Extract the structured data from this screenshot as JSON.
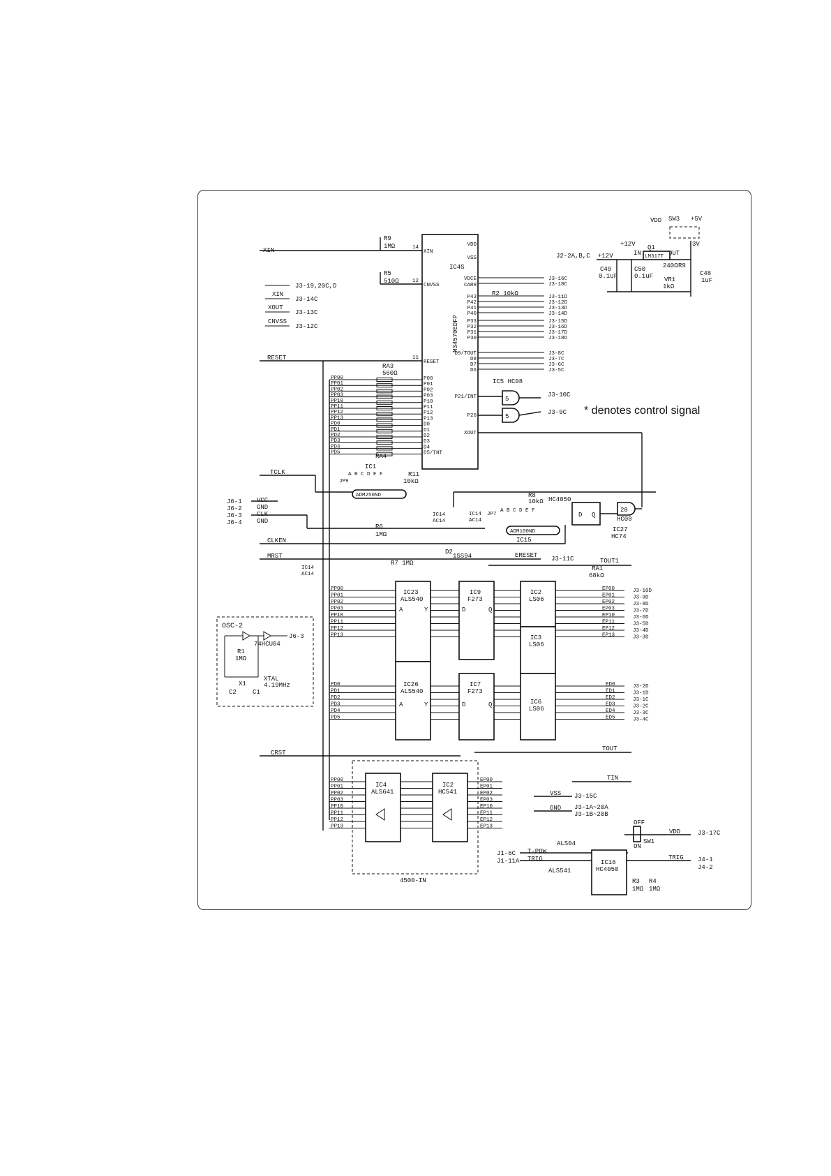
{
  "note": "* denotes control signal",
  "ics": {
    "ic4s": {
      "ref": "IC4S",
      "part": "M34570EDFP",
      "pins": [
        "XIN",
        "CNVSS",
        "RESET",
        "VDD",
        "VSS",
        "VDCE",
        "CARR",
        "P43",
        "P42",
        "P41",
        "P40",
        "P33",
        "P32",
        "P31",
        "P30",
        "D9/TOUT",
        "D8",
        "D7",
        "D6",
        "P00",
        "P01",
        "P02",
        "P03",
        "P10",
        "P11",
        "P12",
        "P13",
        "D0",
        "D1",
        "D2",
        "D3",
        "D4",
        "D5/INT",
        "P21/INT",
        "P20",
        "XOUT"
      ]
    },
    "ic5": "IC5 HC08",
    "ic1": {
      "ref": "IC1",
      "part": "ADM250ND",
      "jp": "JP9"
    },
    "ic15": {
      "ref": "IC15",
      "part": "ADM100ND",
      "jp": "JP7"
    },
    "ic14a": {
      "ref": "IC14",
      "part": "AC14"
    },
    "ic14b": {
      "ref": "IC14",
      "part": "AC14"
    },
    "ic14c": {
      "ref": "IC14",
      "part": "AC14"
    },
    "hc4050a": "HC4050",
    "ic27": {
      "ref": "IC27",
      "part": "HC74"
    },
    "hc08b": "HC08",
    "ic23": {
      "ref": "IC23",
      "part": "ALS540"
    },
    "ic26": {
      "ref": "IC26",
      "part": "ALS540"
    },
    "ic9": {
      "ref": "IC9",
      "part": "F273"
    },
    "ic7": {
      "ref": "IC7",
      "part": "F273"
    },
    "ic2a": {
      "ref": "IC2",
      "part": "LS06"
    },
    "ic3": {
      "ref": "IC3",
      "part": "LS06"
    },
    "ic6": {
      "ref": "IC6",
      "part": "LS06"
    },
    "ic4b": {
      "ref": "IC4",
      "part": "ALS641"
    },
    "ic2b": {
      "ref": "IC2",
      "part": "HC541"
    },
    "ic16": {
      "ref": "IC16",
      "part": "HC4050"
    },
    "q1": {
      "ref": "Q1",
      "part": "LM317T"
    },
    "alsa": "ALS04",
    "alsb": "ALS541"
  },
  "components": {
    "r9top": "R9",
    "r9top_v": "1MΩ",
    "r5": "R5",
    "r5_v": "510Ω",
    "r2": "R2 10kΩ",
    "ra3": "RA3",
    "ra3_v": "560Ω",
    "ra4": "RA4",
    "r11": "R11",
    "r11_v": "10kΩ",
    "r6": "R6",
    "r6_v": "1MΩ",
    "r8": "R8",
    "r8_v": "10kΩ",
    "r7": "R7 1MΩ",
    "d2": "D2",
    "d2_v": "1SS94",
    "ra1": "RA1",
    "ra1_v": "68kΩ",
    "c49": "C49",
    "c49_v": "0.1uF",
    "c50": "C50",
    "c50_v": "0.1uF",
    "r9pwr": "R9",
    "r9pwr_v": "240Ω",
    "vr1": "VR1",
    "vr1_v": "1kΩ",
    "c48": "C48",
    "c48_v": "1uF",
    "sw3": "SW3",
    "sw1": "SW1",
    "r3": "R3",
    "r3_v": "1MΩ",
    "r4": "R4",
    "r4_v": "1MΩ",
    "osc_title": "OSC-2",
    "osc_inv": "74HCU04",
    "osc_r1": "R1",
    "osc_r1_v": "1MΩ",
    "osc_x1": "X1",
    "osc_c1": "C1",
    "osc_c2": "C2",
    "xtal": "XTAL",
    "xtal_v": "4.19MHz",
    "b4500": "4500-IN"
  },
  "signals": {
    "xin": "XIN",
    "reset": "RESET",
    "tclk": "TCLK",
    "clken": "CLKEN",
    "mrst": "MRST",
    "ereset": "ERESET",
    "tout1": "TOUT1",
    "crst": "CRST",
    "tout": "TOUT",
    "tin": "TIN",
    "vss": "VSS",
    "gnd": "GND",
    "vdd": "VDD",
    "tpow": "T-POW",
    "trig": "TRIG",
    "vcc": "VCC",
    "clk": "CLK",
    "v12": "+12V",
    "v5": "+5V",
    "v3": "3V",
    "in": "IN",
    "out": "OUT",
    "off": "OFF",
    "on": "ON"
  },
  "connectors": {
    "j3_19": "J3-19,20C,D",
    "j3_14c": "J3-14C",
    "j3_13c": "J3-13C",
    "j3_12c": "J3-12C",
    "j3_16c": "J3-16C",
    "j3_18c": "J3-18C",
    "j3_11d": "J3-11D",
    "j3_12d": "J3-12D",
    "j3_13d": "J3-13D",
    "j3_14d": "J3-14D",
    "j3_15d": "J3-15D",
    "j3_16d": "J3-16D",
    "j3_17d": "J3-17D",
    "j3_18d": "J3-18D",
    "j3_8c": "J3-8C",
    "j3_7c": "J3-7C",
    "j3_6c": "J3-6C",
    "j3_5c": "J3-5C",
    "j3_10c": "J3-10C",
    "j3_9c": "J3-9C",
    "j3_11c": "J3-11C",
    "j6_1": "J6-1",
    "j6_2": "J6-2",
    "j6_3": "J6-3",
    "j6_4": "J6-4",
    "j6_3b": "J6-3",
    "j2": "J2-2A,B,C",
    "j3_10d": "J3-10D",
    "j3_9d": "J3-9D",
    "j3_8d": "J3-8D",
    "j3_7d": "J3-7D",
    "j3_6d": "J3-6D",
    "j3_5d": "J3-5D",
    "j3_4d": "J3-4D",
    "j3_3d": "J3-3D",
    "j3_2d": "J3-2D",
    "j3_1d": "J3-1D",
    "j3_1c": "J3-1C",
    "j3_2c": "J3-2C",
    "j3_3c": "J3-3C",
    "j3_4c": "J3-4C",
    "j3_15c": "J3-15C",
    "j3_1a": "J3-1A~20A",
    "j3_1b": "J3-1B~20B",
    "j3_17c": "J3-17C",
    "j1_6c": "J1-6C",
    "j1_11a": "J1-11A",
    "j4_1": "J4-1",
    "j4_2": "J4-2"
  },
  "nets": {
    "pp": [
      "PP00",
      "PP01",
      "PP02",
      "PP03",
      "PP10",
      "PP11",
      "PP12",
      "PP13"
    ],
    "pd": [
      "PD0",
      "PD1",
      "PD2",
      "PD3",
      "PD4",
      "PD5"
    ],
    "ep": [
      "EP00",
      "EP01",
      "EP02",
      "EP03",
      "EP10",
      "EP11",
      "EP12",
      "EP13"
    ],
    "ed": [
      "ED0",
      "ED1",
      "ED2",
      "ED3",
      "ED4",
      "ED5"
    ]
  },
  "labels": {
    "abcdef": "A B C D E F",
    "ic": "IC"
  }
}
